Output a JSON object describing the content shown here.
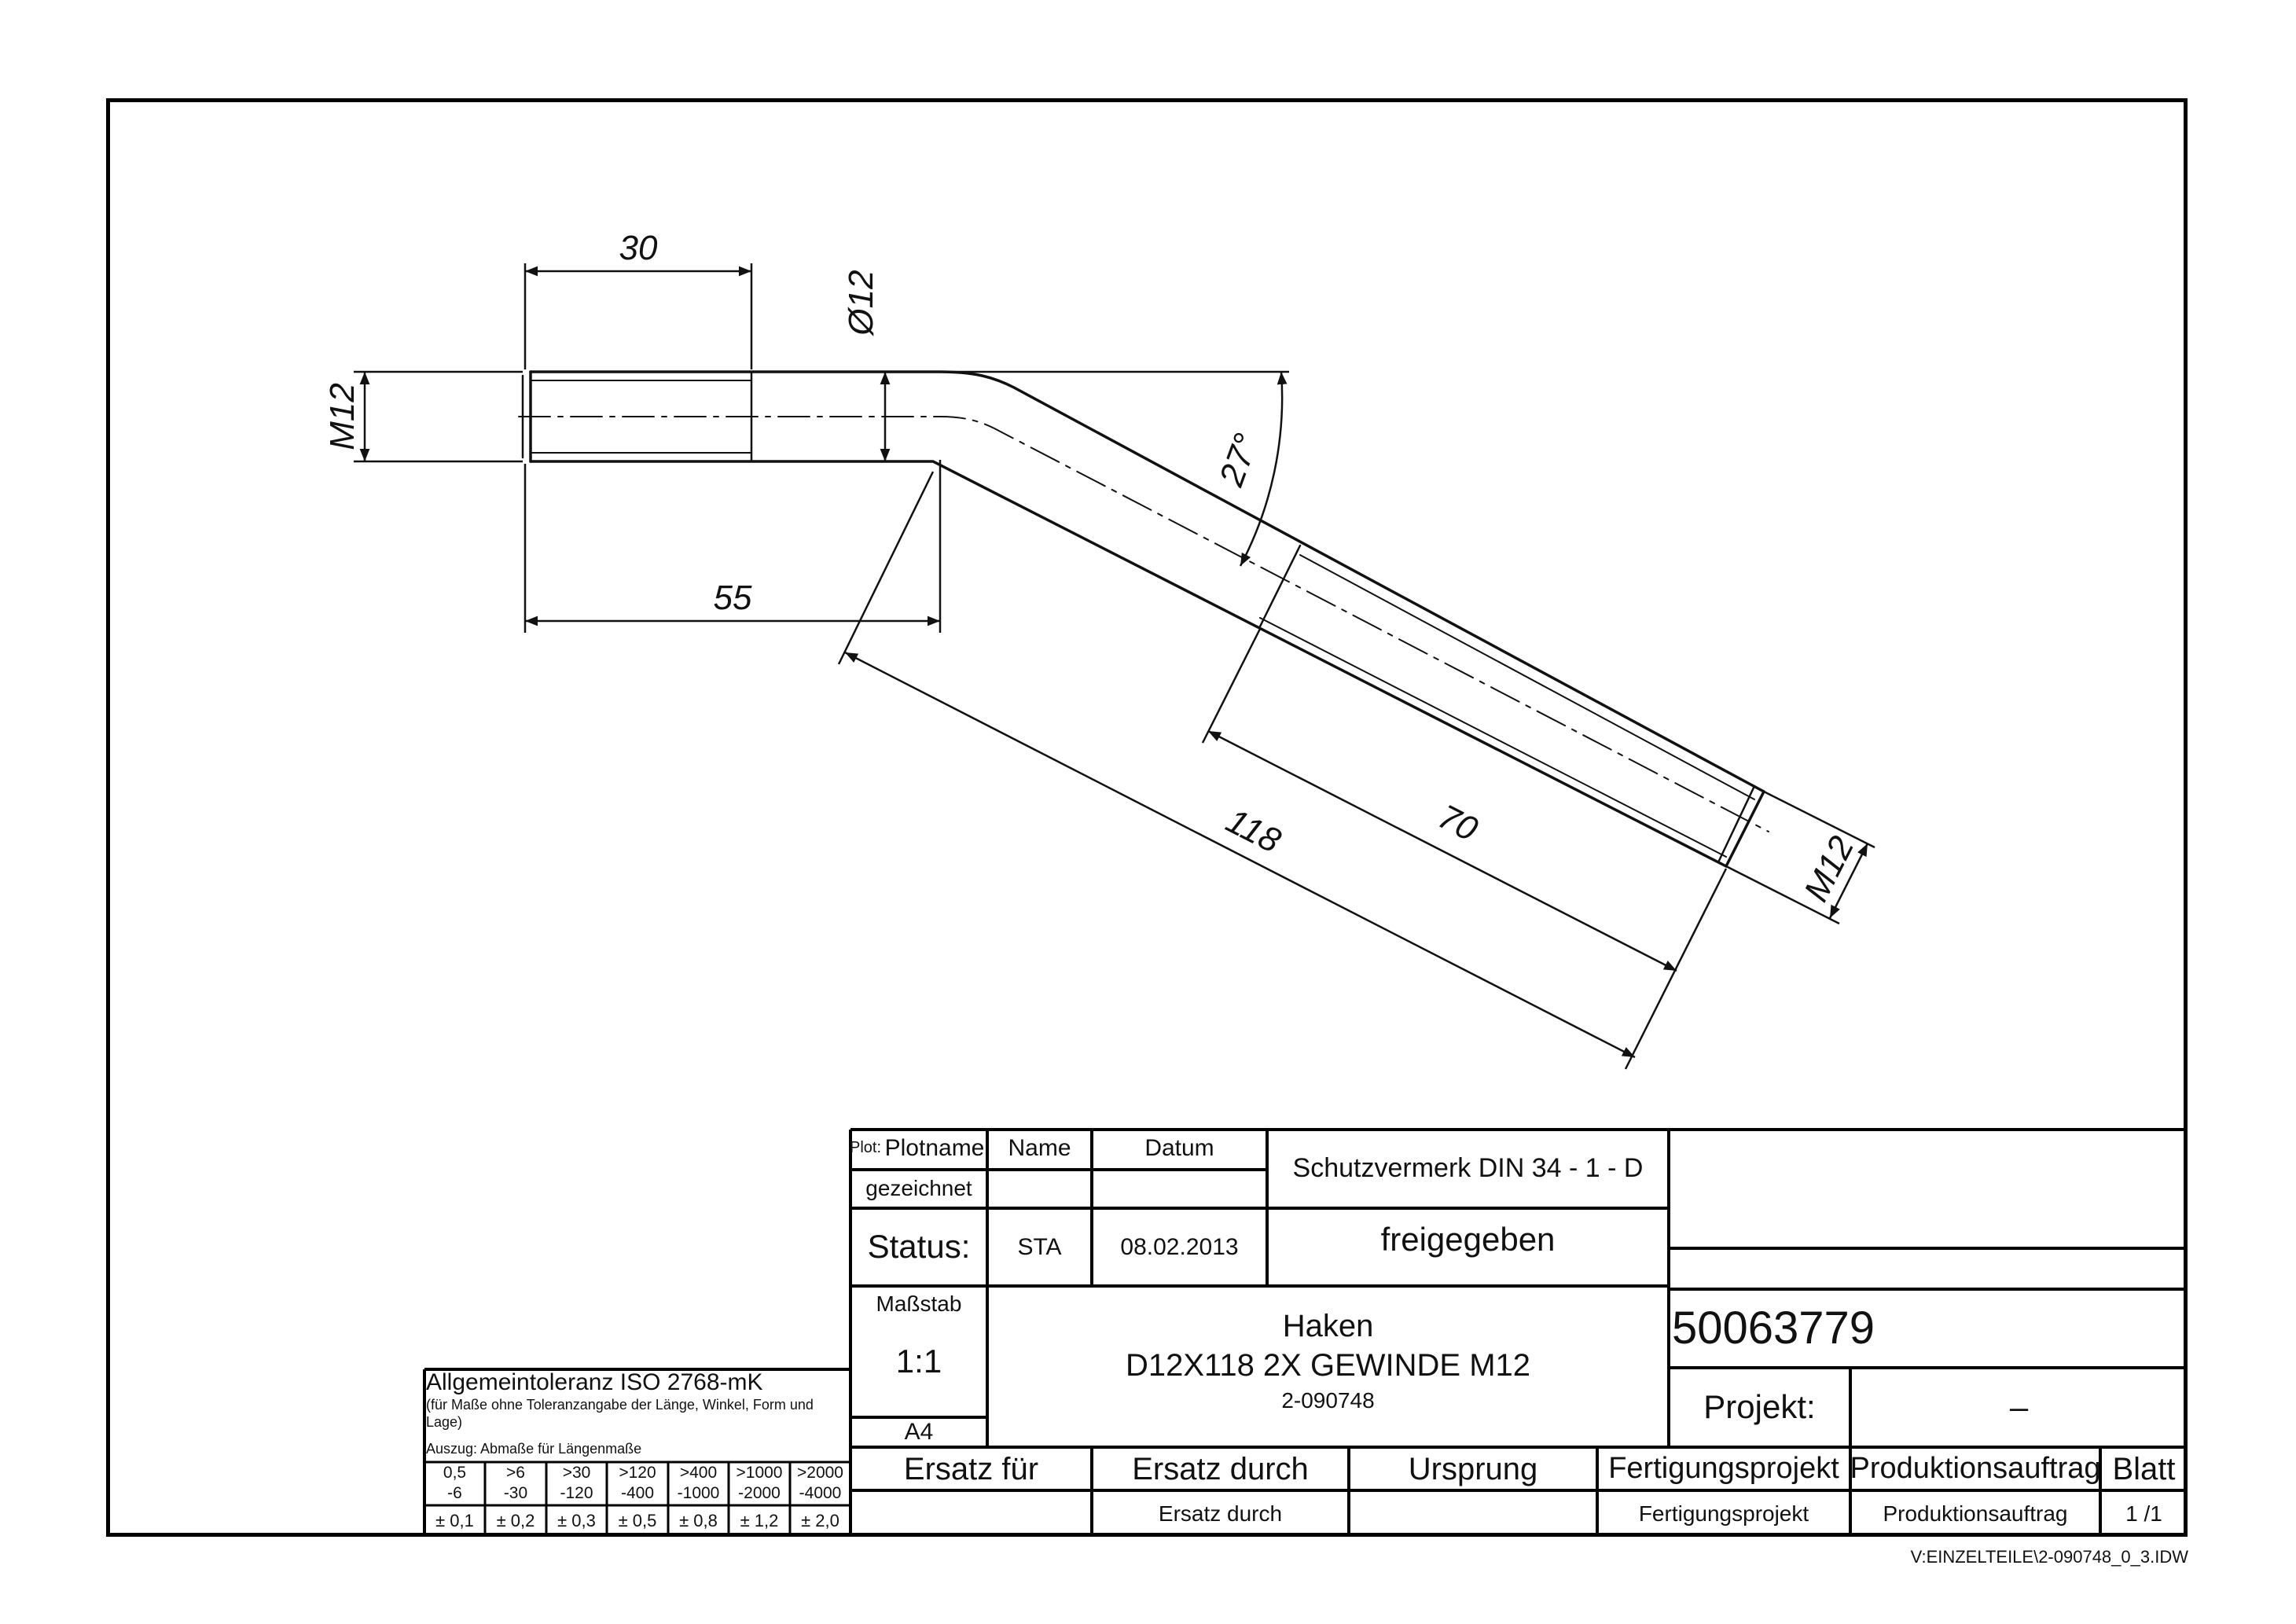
{
  "drawing": {
    "dim_thread_length": "30",
    "dim_diameter": "Ø12",
    "dim_thread_left": "M12",
    "dim_angle": "27°",
    "dim_offset": "55",
    "dim_total_length": "118",
    "dim_thread_length_2": "70",
    "dim_thread_right": "M12"
  },
  "title_block": {
    "plot_label": "Plot:",
    "plot_value": "Plotname",
    "name_header": "Name",
    "date_header": "Datum",
    "drawn_label": "gezeichnet",
    "protection_note": "Schutzvermerk DIN 34 - 1 - D",
    "status_label": "Status:",
    "status_name": "STA",
    "status_date": "08.02.2013",
    "status_value": "freigegeben",
    "scale_label": "Maßstab",
    "scale_value": "1:1",
    "paper_format": "A4",
    "title_line1": "Haken",
    "title_line2": "D12X118 2X GEWINDE M12",
    "title_line3": "2-090748",
    "part_number": "50063779",
    "project_label": "Projekt:",
    "project_value": "–",
    "headers": [
      "Ersatz für",
      "Ersatz durch",
      "Ursprung",
      "Fertigungsprojekt",
      "Produktionsauftrag",
      "Blatt"
    ],
    "values": [
      "",
      "Ersatz durch",
      "",
      "Fertigungsprojekt",
      "Produktionsauftrag",
      "1 /1"
    ],
    "file_path": "V:EINZELTEILE\\2-090748_0_3.IDW"
  },
  "tolerance": {
    "title": "Allgemeintoleranz ISO 2768-mK",
    "note_line1": "(für Maße ohne Toleranzangabe der Länge, Winkel, Form und",
    "note_line2": "Lage)",
    "excerpt": "Auszug: Abmaße für Längenmaße",
    "ranges_top": [
      "0,5",
      ">6",
      ">30",
      ">120",
      ">400",
      ">1000",
      ">2000"
    ],
    "ranges_bottom": [
      "-6",
      "-30",
      "-120",
      "-400",
      "-1000",
      "-2000",
      "-4000"
    ],
    "tolerances": [
      "± 0,1",
      "± 0,2",
      "± 0,3",
      "± 0,5",
      "± 0,8",
      "± 1,2",
      "± 2,0"
    ]
  }
}
